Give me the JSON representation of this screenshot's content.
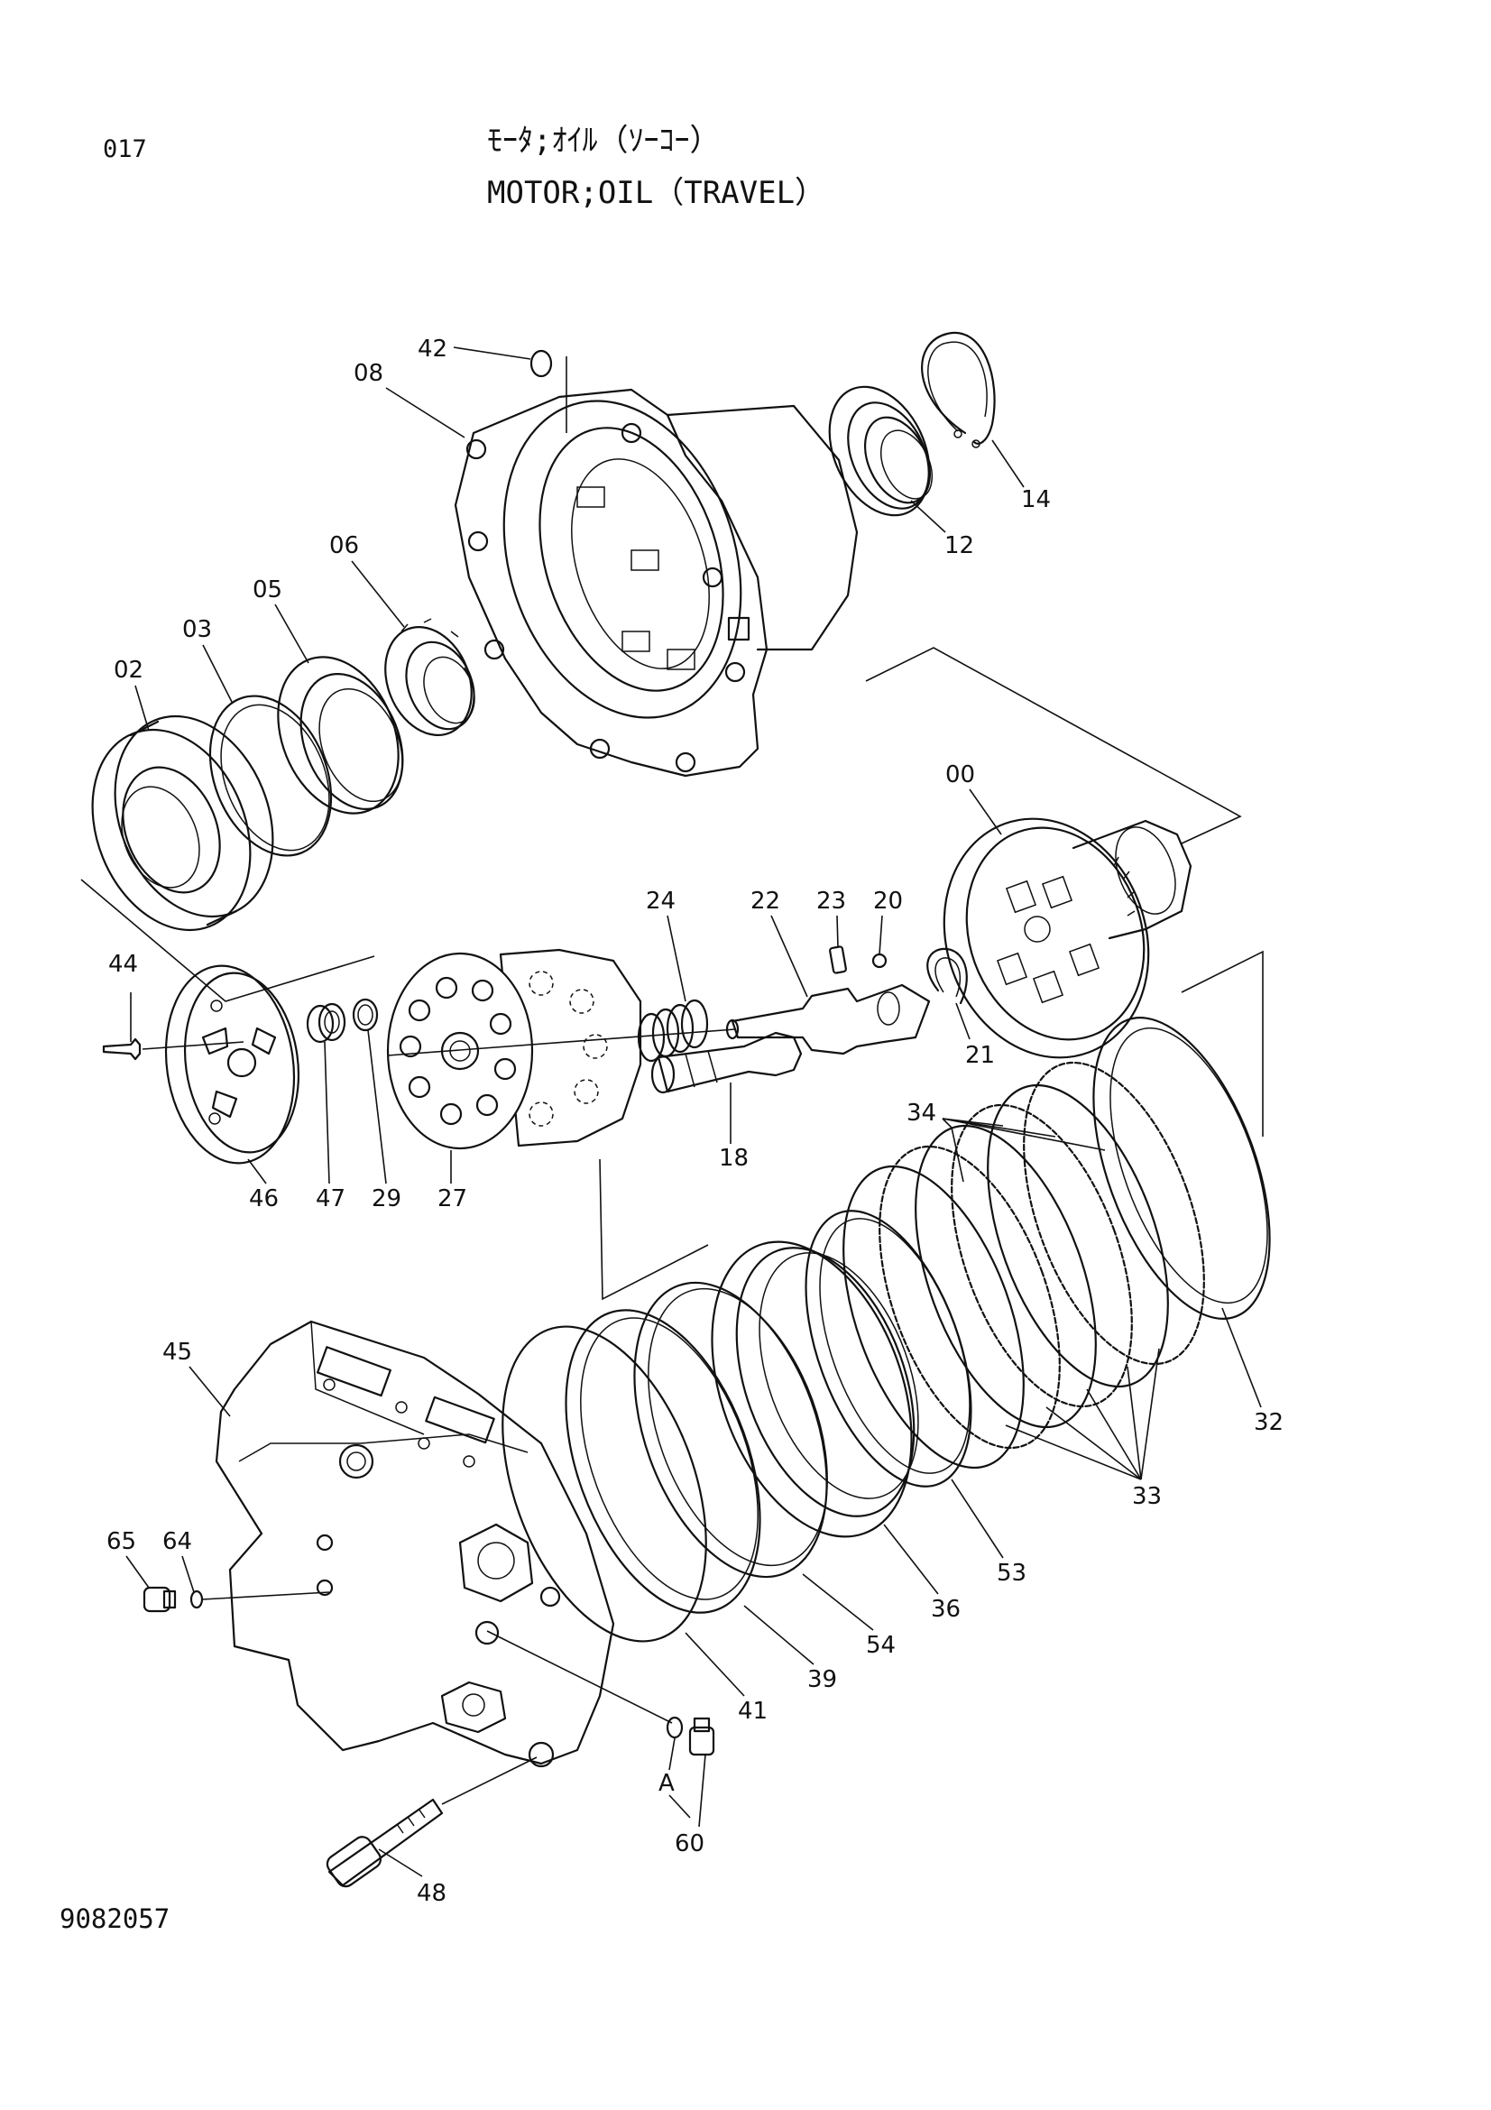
{
  "page": {
    "page_number": "017",
    "title_jp": "ﾓｰﾀ;ｵｲﾙ（ｿｰｺｰ）",
    "title_en": "MOTOR;OIL（TRAVEL）",
    "drawing_number": "9082057"
  },
  "callouts": [
    "42",
    "08",
    "14",
    "12",
    "06",
    "05",
    "03",
    "02",
    "00",
    "24",
    "22",
    "23",
    "20",
    "21",
    "44",
    "46",
    "47",
    "29",
    "27",
    "18",
    "34",
    "32",
    "33",
    "45",
    "65",
    "64",
    "53",
    "36",
    "54",
    "39",
    "41",
    "A",
    "60",
    "48"
  ]
}
